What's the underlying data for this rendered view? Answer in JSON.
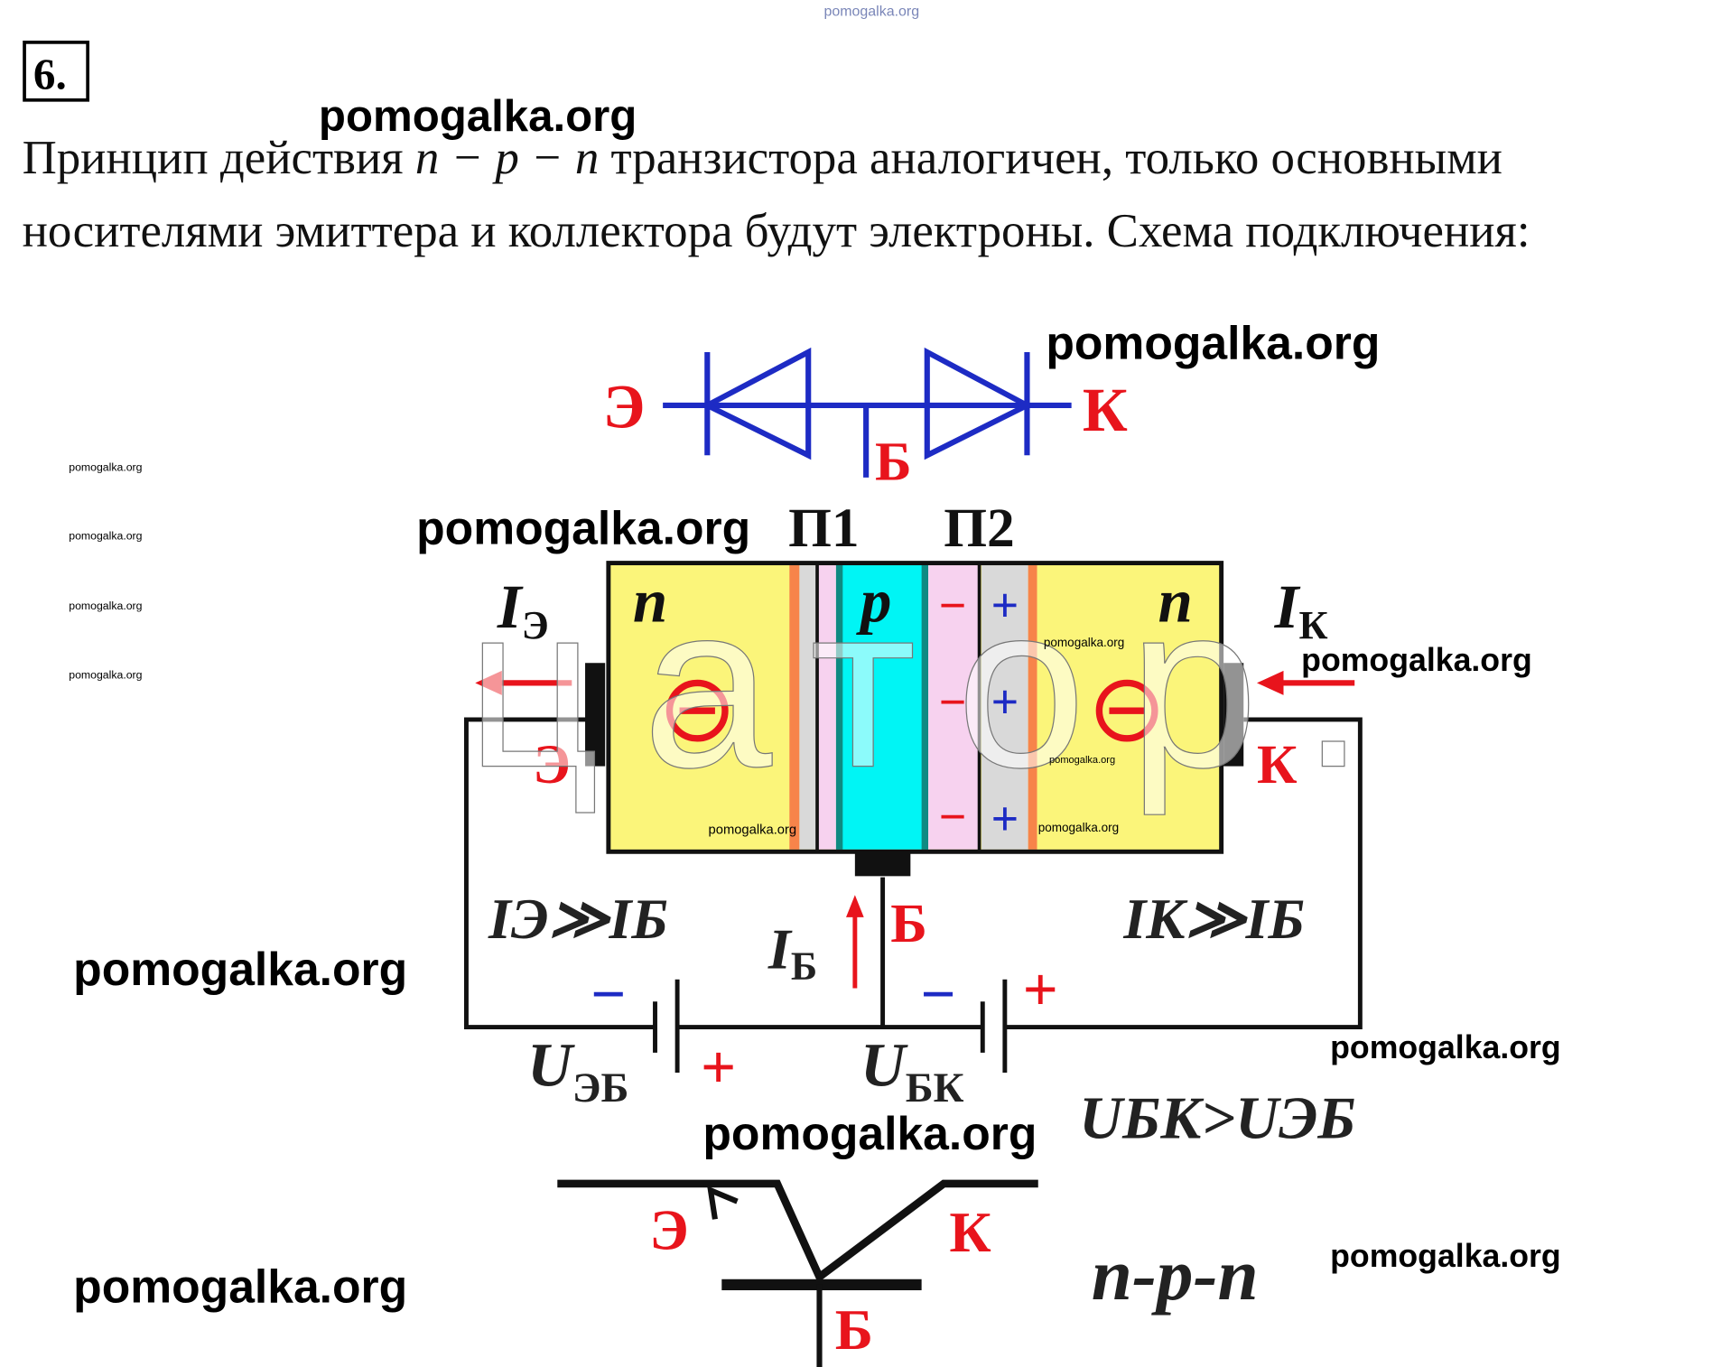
{
  "header": {
    "top_watermark": "pomogalka.org",
    "task_number": "6.",
    "watermark": "pomogalka.org"
  },
  "text": {
    "line1_a": "Принцип действия ",
    "line1_math": "n − p − n",
    "line1_b": " транзистора аналогичен, только основными",
    "line2": "носителями эмиттера и коллектора будут электроны. Схема подключения:"
  },
  "diagram": {
    "diode": {
      "emitter": "Э",
      "collector": "К",
      "base": "Б"
    },
    "junctions": {
      "p1": "П1",
      "p2": "П2"
    },
    "regions": {
      "left": "n",
      "middle": "p",
      "right": "n"
    },
    "signs": {
      "minus": "−",
      "plus": "+",
      "electron": "⊖"
    },
    "currents": {
      "emitter_I": "I",
      "emitter_sub": "Э",
      "collector_I": "I",
      "collector_sub": "К",
      "emitter_terminal": "Э",
      "collector_terminal": "К",
      "ie_gg_ib": "IЭ≫IБ",
      "ik_gg_ib": "IК≫IБ",
      "base_I": "I",
      "base_sub": "Б",
      "base_terminal": "Б"
    },
    "voltages": {
      "ueb_U": "U",
      "ueb_sub": "ЭБ",
      "ubk_U": "U",
      "ubk_sub": "БК",
      "relation": "UБК>UЭБ"
    },
    "symbol": {
      "emitter": "Э",
      "collector": "К",
      "base": "Б",
      "type": "n-p-n"
    },
    "overlay_text": "цатор."
  },
  "watermarks": {
    "large": "pomogalka.org",
    "small": "pomogalka.org"
  },
  "colors": {
    "red": "#e8141c",
    "blue": "#1d2bc4",
    "yellow": "#fbf57a",
    "cyan": "#00f5f5",
    "pink": "#f7d2ef",
    "orange": "#f7844a",
    "teal": "#0e8a82"
  }
}
